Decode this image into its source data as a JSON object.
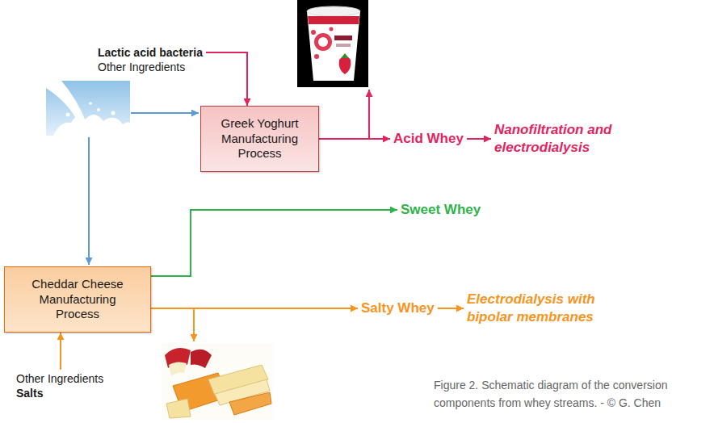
{
  "diagram": {
    "caption": "Figure 2. Schematic diagram of the conversion components from whey streams. - © G. Chen",
    "nodes": [
      {
        "text": [
          "Lactic acid bacteria",
          "Other Ingredients"
        ]
      },
      {
        "text": [
          "Greek Yoghurt Manufacturing Process"
        ]
      },
      {
        "text": [
          "Acid Whey"
        ]
      },
      {
        "text": [
          "Nanofiltration and electrodialysis"
        ]
      },
      {
        "text": [
          "Cheddar Cheese Manufacturing Process"
        ]
      },
      {
        "text": [
          "Sweet Whey"
        ]
      },
      {
        "text": [
          "Salty Whey"
        ]
      },
      {
        "text": [
          "Electrodialysis with bipolar membranes"
        ]
      },
      {
        "text": [
          "Other Ingredients",
          "Salts"
        ]
      }
    ],
    "edges": [
      {
        "from": 0,
        "to": 1,
        "arrow": "to"
      },
      {
        "from": 1,
        "to": 2,
        "arrow": "to"
      },
      {
        "from": 2,
        "to": 3,
        "arrow": "to"
      },
      {
        "from": 4,
        "to": 5,
        "arrow": "to"
      },
      {
        "from": 4,
        "to": 6,
        "arrow": "to"
      },
      {
        "from": 6,
        "to": 7,
        "arrow": "to"
      },
      {
        "from": 8,
        "to": 4,
        "arrow": "to"
      }
    ]
  }
}
